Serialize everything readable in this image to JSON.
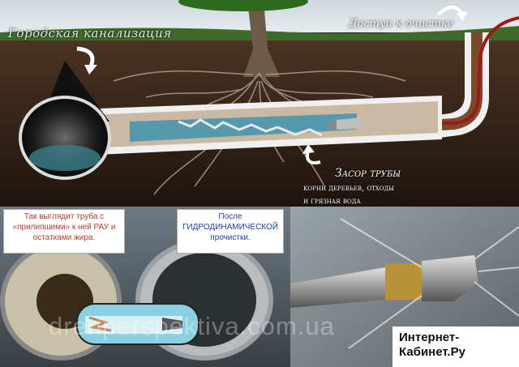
{
  "diagram": {
    "sewer_label": "Городская канализация",
    "access_label": "Доступ к очистке",
    "clog_label": "Засор трубы",
    "cause_label": "корни деревьев, отходы\nи грязная вода"
  },
  "photos": {
    "before_caption": "Так выглядит труба с «прилипшими» к ней РАУ и остатками жира.",
    "after_caption": "После ГИДРОДИНАМИЧЕСКОЙ прочистки."
  },
  "watermark": "drenperspektiva.com.ua",
  "badge": "Интернет-Кабинет.Ру",
  "colors": {
    "soil": "#3a2518",
    "grass": "#3f6b2a",
    "pipe": "#f0f0f0",
    "water": "#2f8fb0",
    "hose": "#9c1a16",
    "caption_red": "#c0392b",
    "caption_blue": "#1f3fae"
  }
}
